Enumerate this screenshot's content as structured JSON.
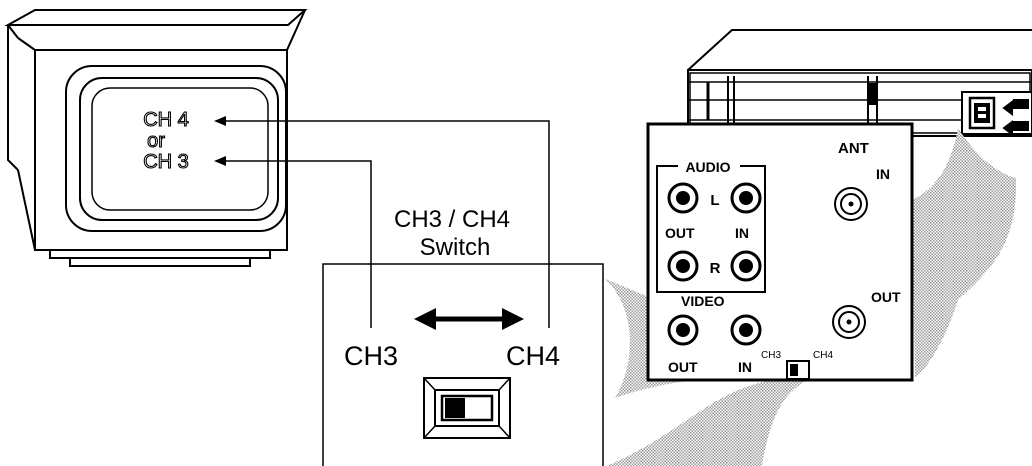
{
  "tv": {
    "screen_line1": "CH 4",
    "screen_line2": "or",
    "screen_line3": "CH 3"
  },
  "switch_callout": {
    "title_line1": "CH3 / CH4",
    "title_line2": "Switch",
    "left_label": "CH3",
    "right_label": "CH4"
  },
  "vcr_panel": {
    "audio_label": "AUDIO",
    "l_label": "L",
    "r_label": "R",
    "audio_out_label": "OUT",
    "audio_in_label": "IN",
    "video_label": "VIDEO",
    "video_out_label": "OUT",
    "video_in_label": "IN",
    "ant_label": "ANT",
    "ant_in_label": "IN",
    "ant_out_label": "OUT",
    "sw_ch3_label": "CH3",
    "sw_ch4_label": "CH4"
  }
}
